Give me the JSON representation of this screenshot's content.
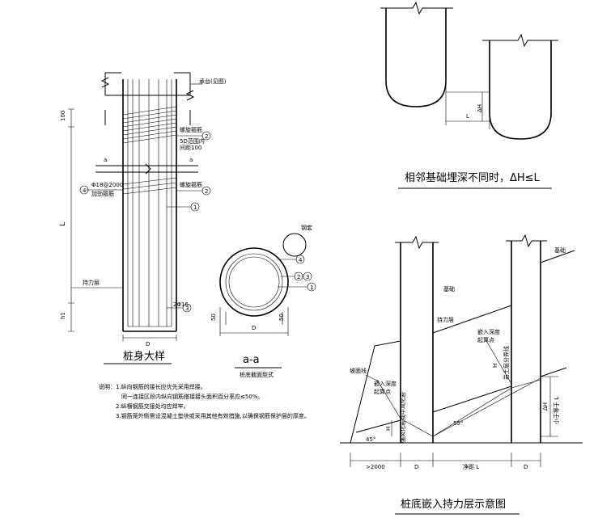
{
  "detail": {
    "cap_label": "承台(见图)",
    "rebar_note_top": "螺旋箍筋",
    "spacing_note_1": "5D范围内",
    "spacing_note_2": "间距100",
    "rebar_note_mid": "螺旋箍筋",
    "stiffener_1": "Φ18@2000",
    "stiffener_2": "加劲箍筋",
    "bearing_layer": "持力层",
    "long_bar": "2Φ16",
    "dim_100": "100",
    "dim_L": "L",
    "dim_h1": "h1",
    "dim_D": "D",
    "section_marker": "a",
    "circ_1": "1",
    "circ_2": "2",
    "circ_3": "3",
    "circ_4": "4",
    "title": "桩身大样"
  },
  "section": {
    "cover_label": "钢套",
    "dim_left": "50",
    "dim_right": "50",
    "dim_D": "D",
    "title": "a-a",
    "subtitle": "桩底截面型式"
  },
  "notes": {
    "line1": "说明：1.纵向钢筋的接长应优先采用焊接。",
    "line2": "同一连接区段内纵向钢筋搭接接头面积百分率应≤50%。",
    "line3": "2.纵横钢筋交接处均应焊牢。",
    "line4": "3.钢筋笼外侧需设混凝土垫块或采用其他有效措施,以确保钢筋保护层的厚度。"
  },
  "adjacent": {
    "dim_dh": "ΔH",
    "dim_L": "L",
    "caption": "相邻基础埋深不同时，ΔH≤L"
  },
  "embed": {
    "soil_label": "基础",
    "pile_label": "基础",
    "bearing_label": "持力层",
    "slope_label": "坡面线",
    "embed_depth_1": "嵌入深度",
    "embed_depth_1b": "起算点",
    "embed_depth_2": "嵌入深度",
    "embed_depth_2b": "起算点",
    "side_label_1": "岩土层分界线",
    "side_label_2": "强风化岩或中风化岩",
    "angle_1": "45°",
    "angle_2": "55°",
    "dim_h": "H",
    "dim_dh": "ΔH",
    "dim_L_note": "小于等于 L",
    "dim_bottom_1": ">2000",
    "dim_bottom_2": "D",
    "dim_bottom_3": "净距 L",
    "dim_bottom_4": "D",
    "caption": "桩底嵌入持力层示意图"
  }
}
